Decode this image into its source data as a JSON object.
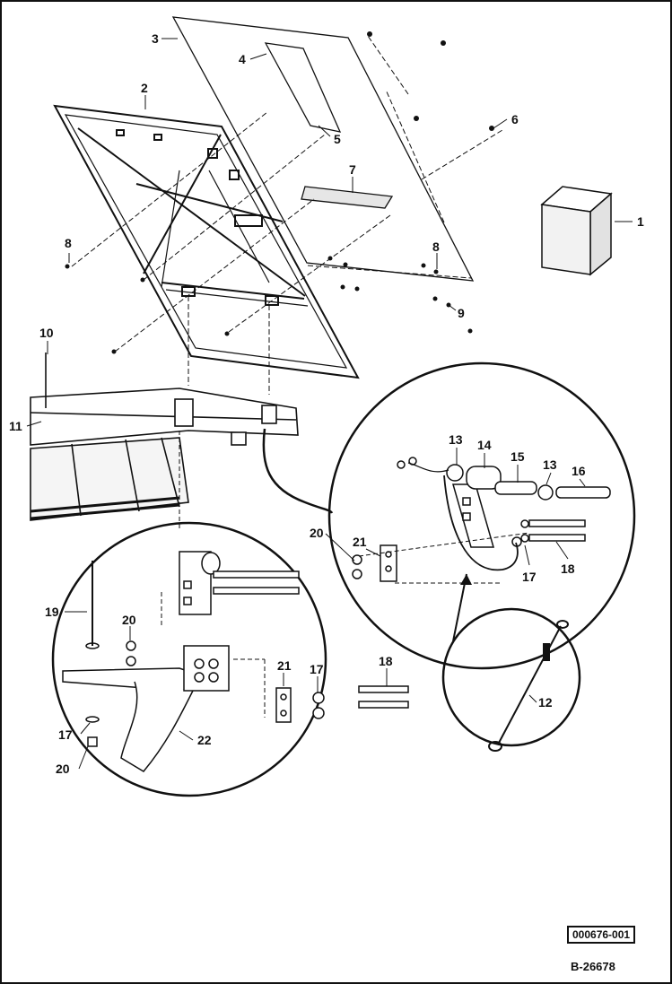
{
  "diagram": {
    "reference_code": "000676-001",
    "sheet_number": "B-26678",
    "callouts": {
      "c1": "1",
      "c2": "2",
      "c3": "3",
      "c4": "4",
      "c5": "5",
      "c6": "6",
      "c7": "7",
      "c8a": "8",
      "c8b": "8",
      "c9": "9",
      "c10": "10",
      "c11": "11",
      "c12": "12",
      "c13a": "13",
      "c13b": "13",
      "c14": "14",
      "c15": "15",
      "c16": "16",
      "c17a": "17",
      "c17b": "17",
      "c17c": "17",
      "c18a": "18",
      "c18b": "18",
      "c19": "19",
      "c20a": "20",
      "c20b": "20",
      "c20c": "20",
      "c21a": "21",
      "c21b": "21",
      "c22": "22"
    }
  },
  "colors": {
    "ink": "#111111",
    "paper": "#ffffff",
    "shade": "#d8d8d8"
  }
}
